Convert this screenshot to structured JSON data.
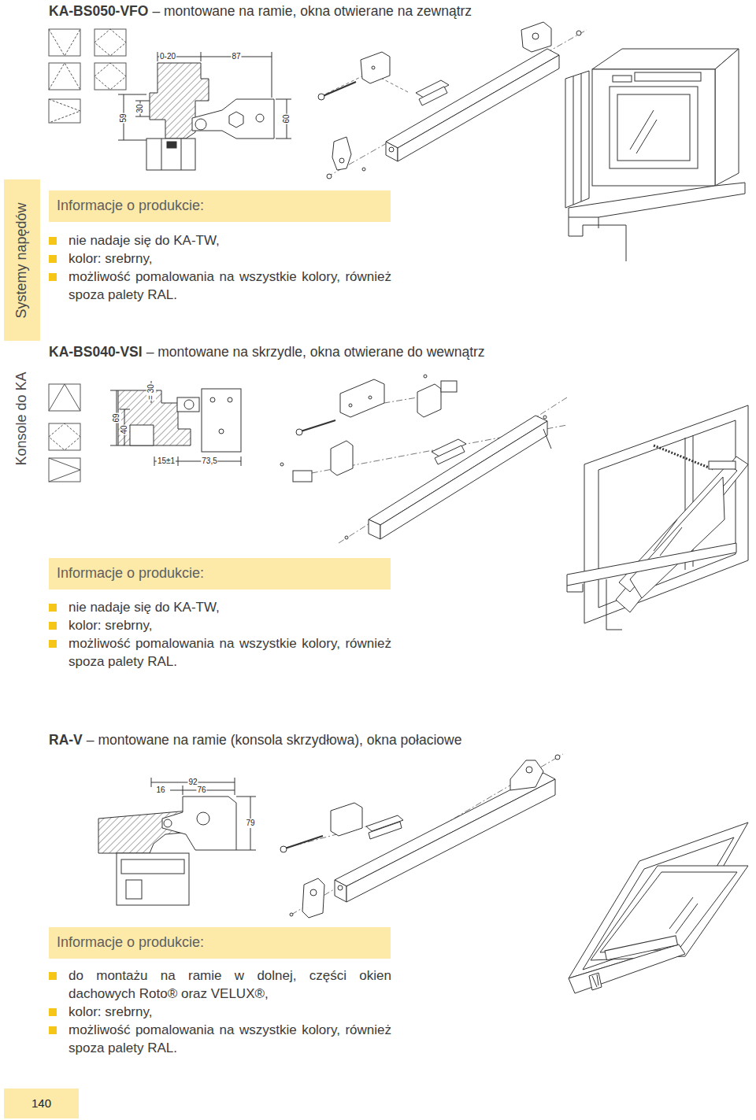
{
  "diagram": {
    "nodes": [
      {
        "text": [
          "Systemy napędów"
        ]
      },
      {
        "text": [
          "Konsole do KA"
        ]
      },
      {
        "text": [
          "Informacje o produkcie:"
        ]
      },
      {
        "text": [
          "Informacje o produkcie:"
        ]
      },
      {
        "text": [
          "Informacje o produkcie:"
        ]
      },
      {
        "text": [
          "140"
        ]
      }
    ],
    "edges": [],
    "labels": [
      "KA-BS050-VFO",
      "– montowane na ramie, okna otwierane na zewnątrz",
      "0-20",
      "87",
      "59",
      "30",
      "60",
      "nie nadaje się do KA-TW,",
      "kolor: srebrny,",
      "możliwość pomalowania na wszystkie kolory, również spoza palety RAL.",
      "KA-BS040-VSI",
      "– montowane na skrzydle, okna otwierane do wewnątrz",
      "69",
      "40",
      "= 30",
      "15±1",
      "73,5",
      "nie nadaje się do KA-TW,",
      "kolor: srebrny,",
      "możliwość pomalowania na wszystkie kolory, również spoza palety RAL.",
      "RA-V",
      "– montowane na ramie (konsola skrzydłowa), okna połaciowe",
      "92",
      "16",
      "76",
      "79",
      "do montażu na ramie w dolnej, części okien dachowych Roto® oraz VELUX®,",
      "kolor: srebrny,",
      "możliwość pomalowania na wszystkie kolory, również spoza palety RAL."
    ]
  }
}
